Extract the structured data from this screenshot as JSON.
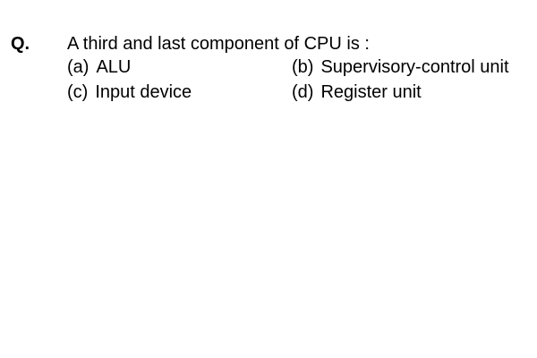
{
  "question": {
    "label": "Q.",
    "text": "A third and last component of CPU is :",
    "options": [
      {
        "key": "(a)",
        "text": "ALU"
      },
      {
        "key": "(b)",
        "text": "Supervisory-control unit"
      },
      {
        "key": "(c)",
        "text": "Input device"
      },
      {
        "key": "(d)",
        "text": "Register unit"
      }
    ]
  }
}
